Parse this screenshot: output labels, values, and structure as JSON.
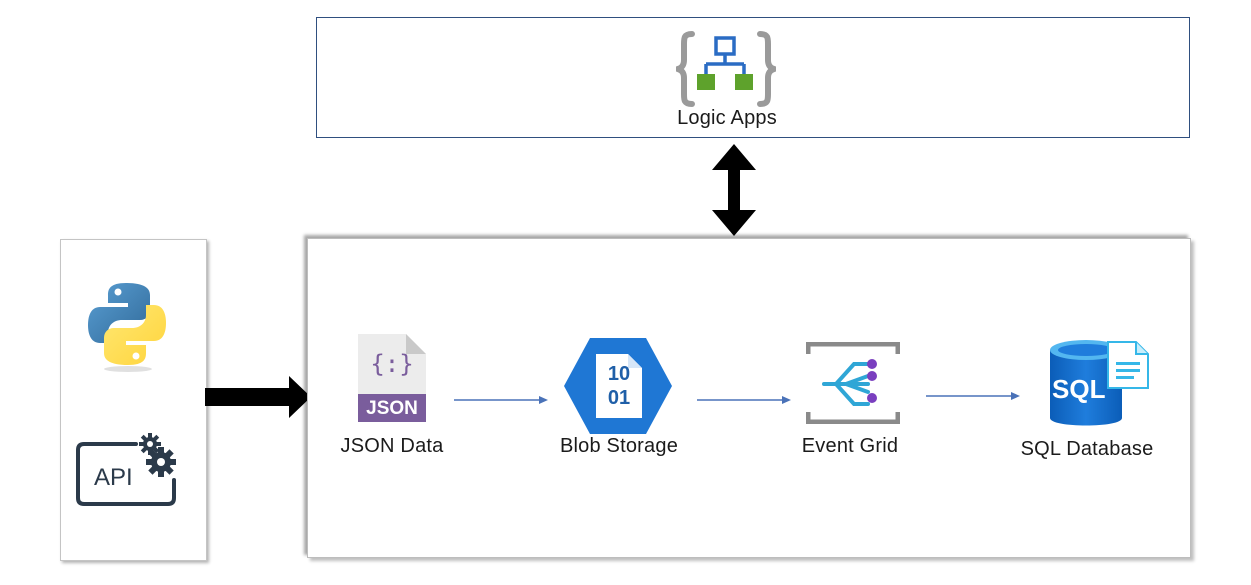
{
  "logic_apps": {
    "label": "Logic Apps",
    "icon": "logic-apps-icon"
  },
  "sources": {
    "python_icon": "python-logo-icon",
    "api": {
      "text": "API",
      "icon": "api-gear-icon"
    }
  },
  "pipeline": {
    "nodes": [
      {
        "label": "JSON Data",
        "icon": "json-file-icon",
        "icon_text": "JSON",
        "glyph": "{:}"
      },
      {
        "label": "Blob Storage",
        "icon": "blob-storage-icon",
        "bits_top": "10",
        "bits_bottom": "01"
      },
      {
        "label": "Event Grid",
        "icon": "event-grid-icon"
      },
      {
        "label": "SQL Database",
        "icon": "sql-database-icon",
        "icon_text": "SQL"
      }
    ]
  },
  "colors": {
    "arrow_black": "#000000",
    "connector_blue": "#4a72b8",
    "azure_blue": "#1f77d4",
    "json_purple": "#7a5d9c",
    "logic_green": "#5ea22c"
  }
}
